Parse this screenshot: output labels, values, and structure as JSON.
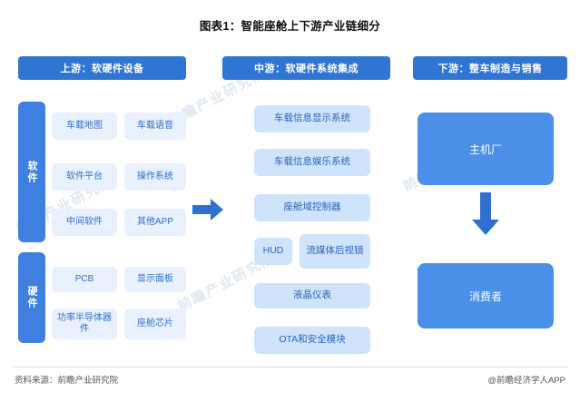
{
  "title": "图表1：智能座舱上下游产业链细分",
  "headers": {
    "upstream": "上游：软硬件设备",
    "midstream": "中游：软硬件系统集成",
    "downstream": "下游：整车制造与销售"
  },
  "rails": {
    "software": "软件",
    "hardware": "硬件"
  },
  "upstream": {
    "software_items": [
      "车载地图",
      "车载语音",
      "软件平台",
      "操作系统",
      "中间软件",
      "其他APP"
    ],
    "hardware_items": [
      "PCB",
      "显示面板",
      "功率半导体器件",
      "座舱芯片"
    ]
  },
  "midstream": {
    "items": [
      "车载信息显示系统",
      "车载信息娱乐系统",
      "座舱域控制器",
      "HUD",
      "流媒体后视镜",
      "液晶仪表",
      "OTA和安全模块"
    ]
  },
  "downstream": {
    "oem": "主机厂",
    "consumer": "消费者"
  },
  "footer": {
    "source": "资料来源：前瞻产业研究院",
    "brand": "@前瞻经济学人APP"
  },
  "watermarks": [
    "前瞻产业研究院",
    "前瞻产业研究院",
    "前瞻产业研究院",
    "前瞻产业研究院"
  ],
  "colors": {
    "header_blue": "#2e75d4",
    "rail_blue": "#3f7fe0",
    "cell_blue": "#e8f1fd",
    "mid_blue": "#cfe3fb",
    "big_blue": "#4a90e8",
    "arrow_blue": "#2f6fd0"
  }
}
